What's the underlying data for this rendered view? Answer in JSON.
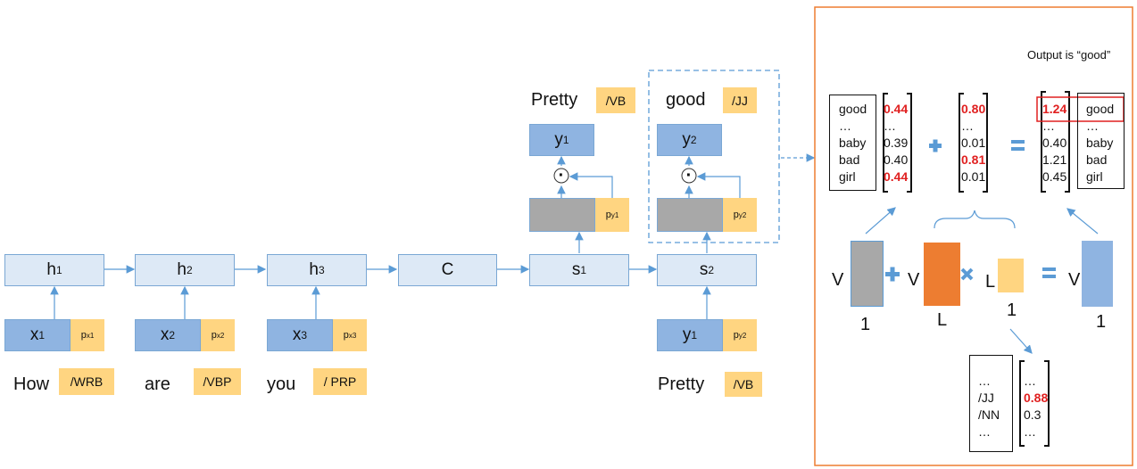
{
  "encoder": {
    "h": [
      {
        "base": "h",
        "sub": "1"
      },
      {
        "base": "h",
        "sub": "2"
      },
      {
        "base": "h",
        "sub": "3"
      }
    ],
    "x": [
      {
        "base": "x",
        "sub": "1"
      },
      {
        "base": "x",
        "sub": "2"
      },
      {
        "base": "x",
        "sub": "3"
      }
    ],
    "px": [
      {
        "base": "p",
        "sub": "x1"
      },
      {
        "base": "p",
        "sub": "x2"
      },
      {
        "base": "p",
        "sub": "x3"
      }
    ],
    "words": [
      "How",
      "are",
      "you"
    ],
    "tags": [
      "/WRB",
      "/VBP",
      "/ PRP"
    ]
  },
  "context": "C",
  "decoder": {
    "s": [
      {
        "base": "s",
        "sub": "1"
      },
      {
        "base": "s",
        "sub": "2"
      }
    ],
    "y": [
      {
        "base": "y",
        "sub": "1"
      },
      {
        "base": "y",
        "sub": "2"
      }
    ],
    "py": [
      {
        "base": "p",
        "sub": "y1"
      },
      {
        "base": "p",
        "sub": "y2"
      }
    ],
    "out_words": [
      "Pretty",
      "good"
    ],
    "out_tags": [
      "/VB",
      "/JJ"
    ],
    "input_y": {
      "base": "y",
      "sub": "1"
    },
    "input_py": {
      "base": "p",
      "sub": "y2"
    },
    "input_word": "Pretty",
    "input_tag": "/VB",
    "dot": "·"
  },
  "panel": {
    "output_note": "Output is “good”",
    "vocab_left": [
      "good",
      "…",
      "baby",
      "bad",
      "girl"
    ],
    "vec1": [
      "0.44",
      "…",
      "0.39",
      "0.40",
      "0.44"
    ],
    "vec1_red": [
      true,
      false,
      false,
      false,
      true
    ],
    "vec2": [
      "0.80",
      "…",
      "0.01",
      "0.81",
      "0.01"
    ],
    "vec2_red": [
      true,
      false,
      false,
      true,
      false
    ],
    "vec3": [
      "1.24",
      "…",
      "0.40",
      "1.21",
      "0.45"
    ],
    "vec3_red": [
      true,
      false,
      false,
      false,
      false
    ],
    "vocab_right": [
      "good",
      "…",
      "baby",
      "bad",
      "girl"
    ],
    "dim_v": "V",
    "dim_l": "L",
    "dim_1": "1",
    "tag_list": [
      "…",
      "/JJ",
      "/NN",
      "…"
    ],
    "tag_vec": [
      "…",
      "0.88",
      "0.3",
      "…"
    ],
    "tag_vec_red": [
      false,
      true,
      false,
      false
    ]
  },
  "colors": {
    "accent": "#5b9bd5",
    "orange": "#ed7d31",
    "red": "#e02020",
    "border_panel": "#ed7d31"
  }
}
